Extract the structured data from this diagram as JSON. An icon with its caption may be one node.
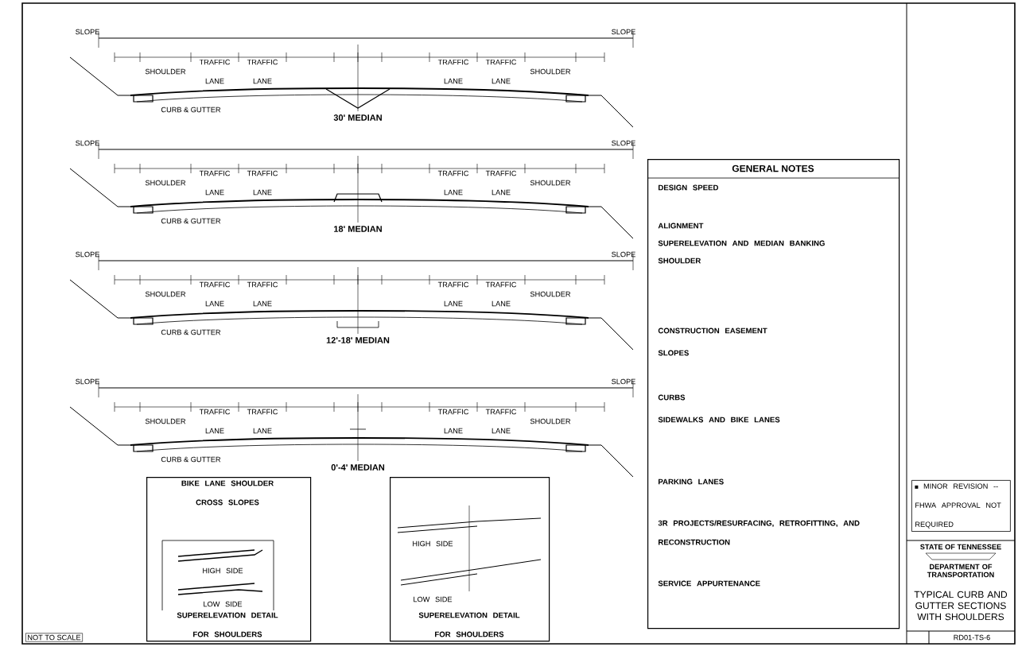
{
  "diagram": {
    "nodes": [
      {
        "text": [
          "GENERAL NOTES",
          "DESIGN SPEED",
          "ALIGNMENT",
          "SUPERELEVATION AND MEDIAN BANKING",
          "SHOULDER",
          "CONSTRUCTION EASEMENT",
          "SLOPES",
          "CURBS",
          "SIDEWALKS AND BIKE LANES",
          "PARKING LANES",
          "3R PROJECTS/RESURFACING, RETROFITTING, AND RECONSTRUCTION",
          "SERVICE APPURTENANCE"
        ]
      },
      {
        "text": [
          "BIKE LANE SHOULDER CROSS SLOPES",
          "HIGH SIDE",
          "LOW SIDE",
          "SUPERELEVATION DETAIL FOR SHOULDERS"
        ]
      },
      {
        "text": [
          "HIGH SIDE",
          "LOW SIDE",
          "SUPERELEVATION DETAIL FOR SHOULDERS"
        ]
      },
      {
        "text": [
          "MINOR REVISION -- FHWA APPROVAL NOT REQUIRED"
        ]
      },
      {
        "text": [
          "STATE OF TENNESSEE",
          "DEPARTMENT OF TRANSPORTATION",
          "TYPICAL CURB AND GUTTER SECTIONS WITH SHOULDERS",
          "RD01-TS-6"
        ]
      }
    ],
    "labels": [
      "30' MEDIAN",
      "SLOPE",
      "SHOULDER",
      "TRAFFIC LANE",
      "TRAFFIC LANE",
      "TRAFFIC LANE",
      "TRAFFIC LANE",
      "SHOULDER",
      "SLOPE",
      "CURB & GUTTER",
      "18' MEDIAN",
      "SLOPE",
      "SHOULDER",
      "TRAFFIC LANE",
      "TRAFFIC LANE",
      "TRAFFIC LANE",
      "TRAFFIC LANE",
      "SHOULDER",
      "SLOPE",
      "CURB & GUTTER",
      "12'-18' MEDIAN",
      "SLOPE",
      "SHOULDER",
      "TRAFFIC LANE",
      "TRAFFIC LANE",
      "TRAFFIC LANE",
      "TRAFFIC LANE",
      "SHOULDER",
      "SLOPE",
      "CURB & GUTTER",
      "0'-4' MEDIAN",
      "SLOPE",
      "SHOULDER",
      "TRAFFIC LANE",
      "TRAFFIC LANE",
      "TRAFFIC LANE",
      "TRAFFIC LANE",
      "SHOULDER",
      "SLOPE",
      "CURB & GUTTER",
      "NOT TO SCALE"
    ]
  }
}
